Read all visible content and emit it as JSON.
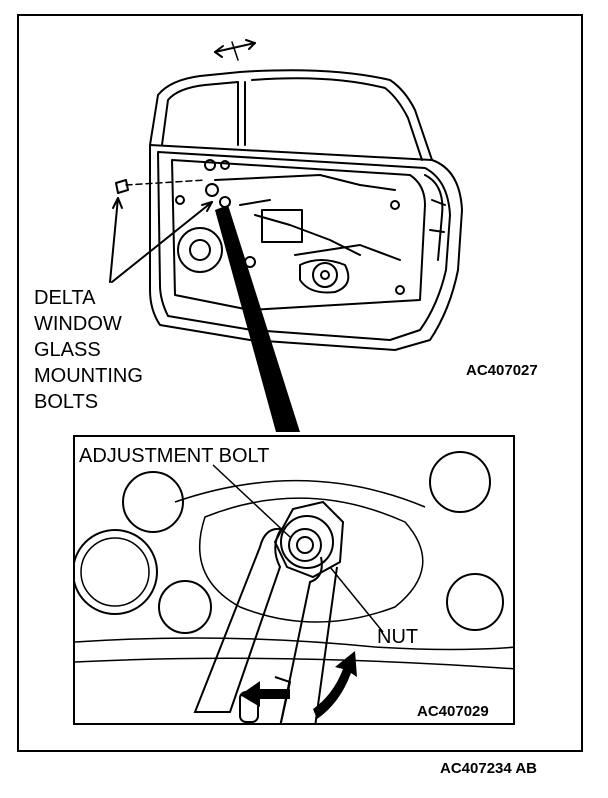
{
  "labels": {
    "delta_bolts": [
      "DELTA",
      "WINDOW",
      "GLASS",
      "MOUNTING",
      "BOLTS"
    ],
    "adjustment_bolt": "ADJUSTMENT BOLT",
    "nut": "NUT"
  },
  "codes": {
    "door_view": "AC407027",
    "inset_view": "AC407029",
    "figure": "AC407234 AB"
  }
}
